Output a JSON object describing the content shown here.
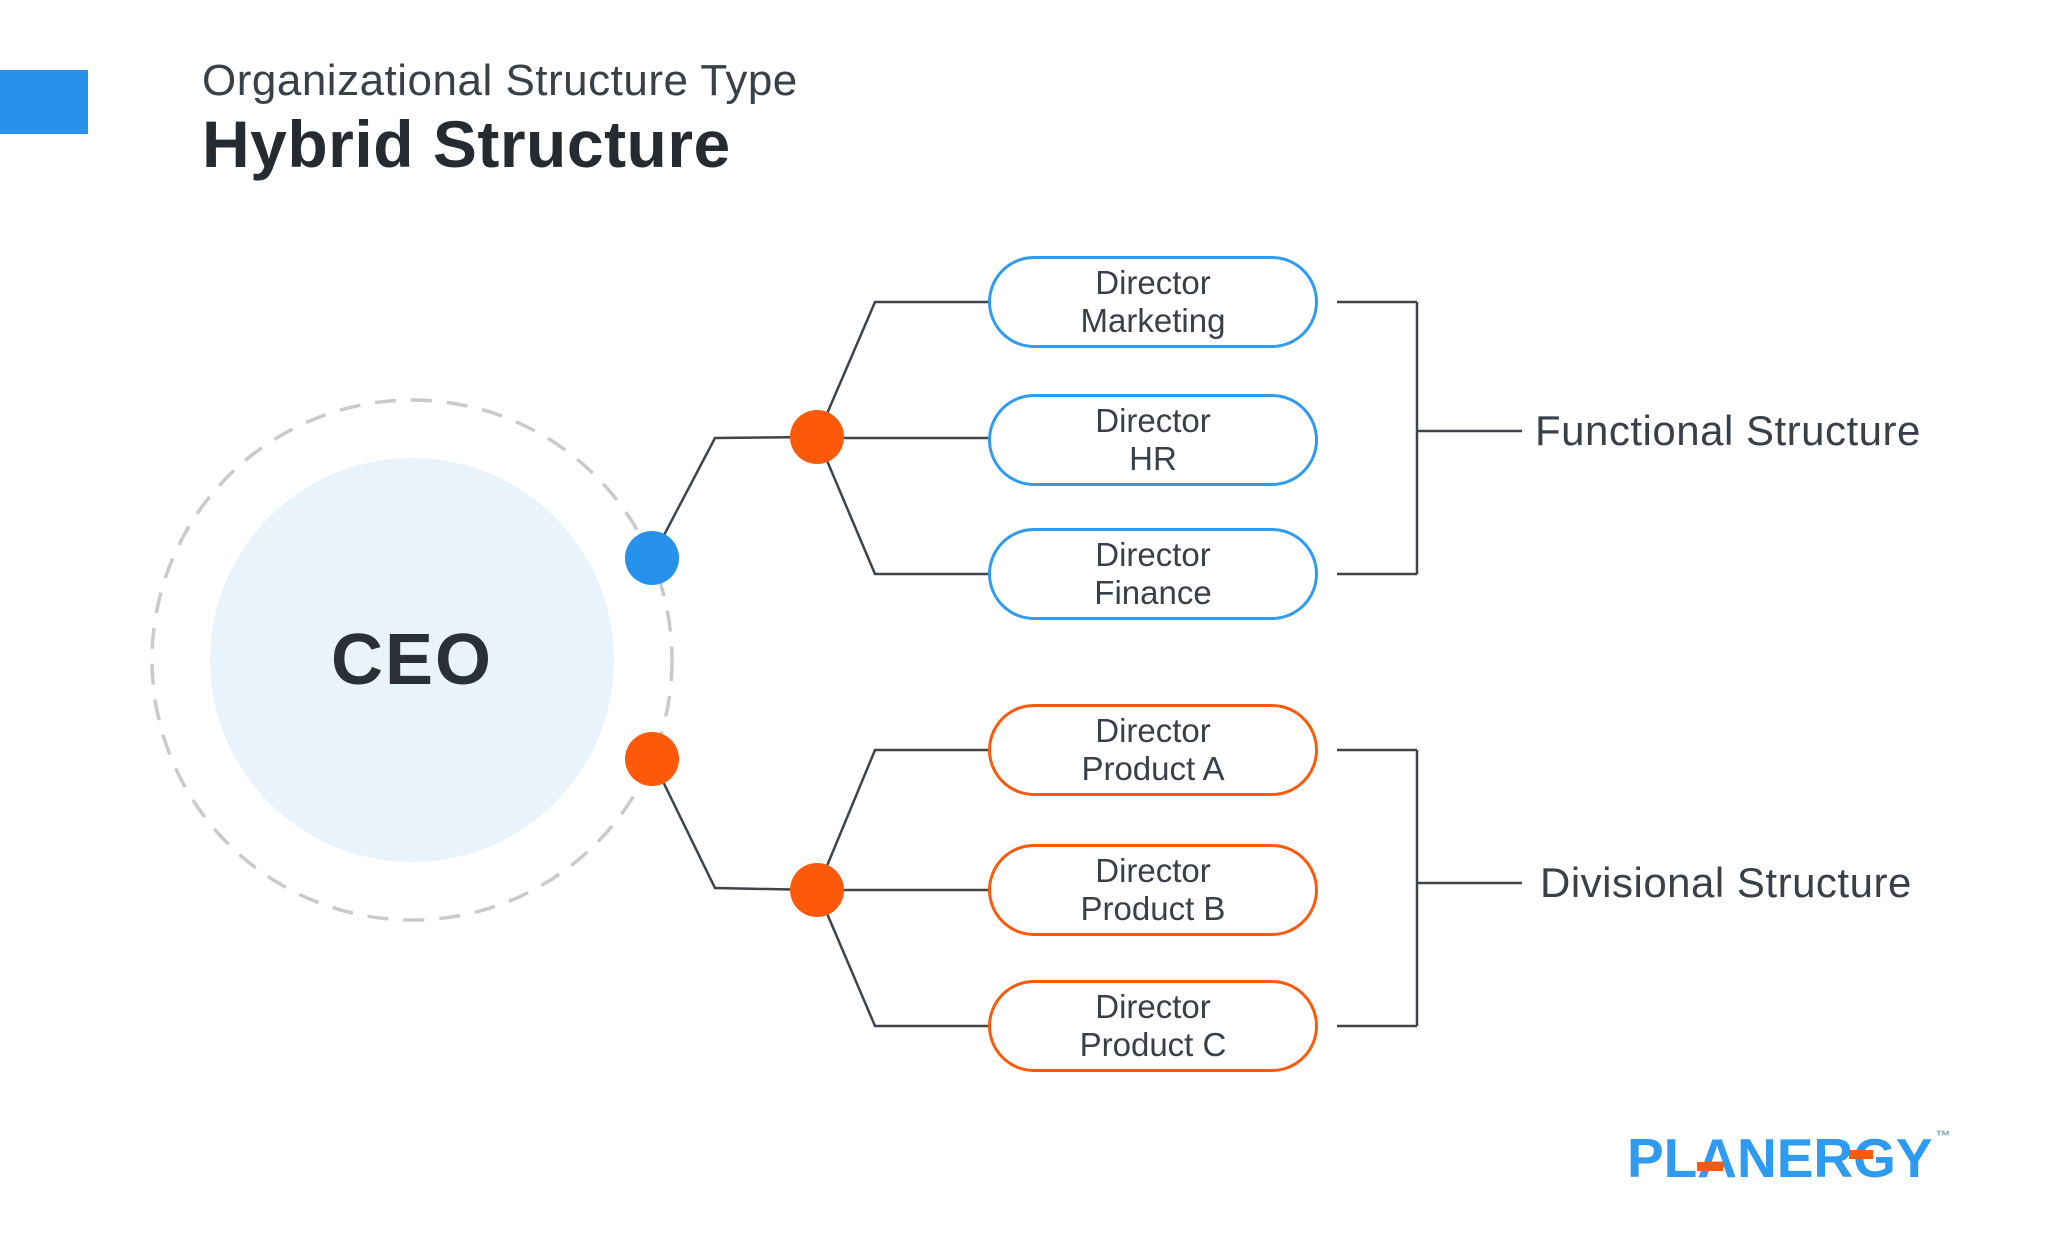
{
  "header": {
    "eyebrow": "Organizational Structure Type",
    "title": "Hybrid Structure",
    "accent_bar_color": "#2792EC"
  },
  "ceo": {
    "label": "CEO",
    "inner_circle_color": "#E9F3FB",
    "dashed_ring_color": "#C8CACC"
  },
  "connectors": {
    "line_color": "#3F444B",
    "blue_node_color": "#2792EC",
    "orange_node_color": "#FC5A0A"
  },
  "functional": {
    "label": "Functional Structure",
    "box_border_color": "#2E9BF0",
    "boxes": [
      {
        "line1": "Director",
        "line2": "Marketing"
      },
      {
        "line1": "Director",
        "line2": "HR"
      },
      {
        "line1": "Director",
        "line2": "Finance"
      }
    ]
  },
  "divisional": {
    "label": "Divisional Structure",
    "box_border_color": "#FC5A0A",
    "boxes": [
      {
        "line1": "Director",
        "line2": "Product A"
      },
      {
        "line1": "Director",
        "line2": "Product B"
      },
      {
        "line1": "Director",
        "line2": "Product C"
      }
    ]
  },
  "logo": {
    "text": "PLANERGY",
    "trademark": "™",
    "color": "#2E9BF0",
    "accent_color": "#FC5A0A"
  }
}
